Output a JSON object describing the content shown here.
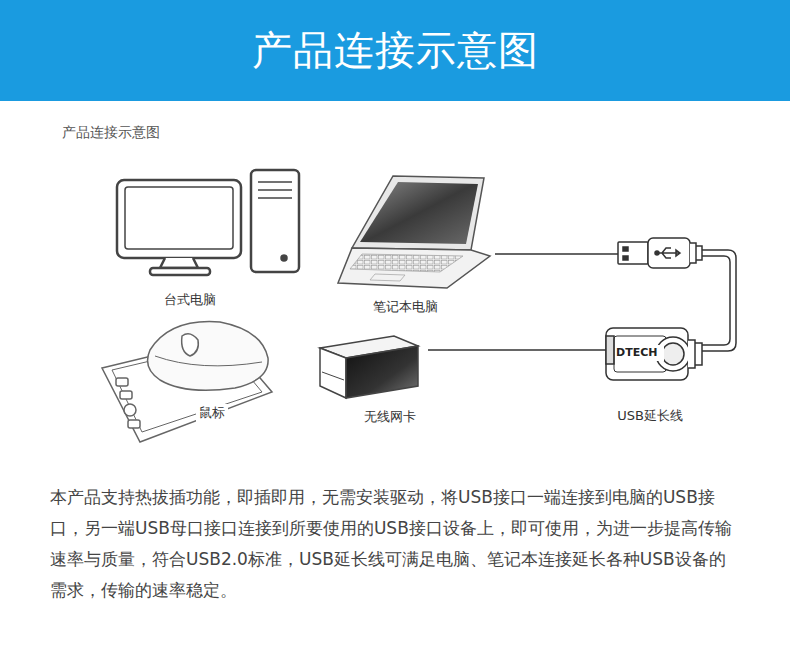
{
  "diagram": {
    "title": "产品连接示意图",
    "nodes": [
      {
        "text": [
          "台式电脑"
        ]
      },
      {
        "text": [
          "笔记本电脑"
        ]
      },
      {
        "text": [
          "鼠标"
        ]
      },
      {
        "text": [
          "无线网卡"
        ]
      },
      {
        "text": [
          "USB延长线"
        ]
      }
    ],
    "edges": [
      {
        "from": 1,
        "to": 4,
        "arrow": "none"
      },
      {
        "from": 3,
        "to": 4,
        "arrow": "none"
      }
    ],
    "labels": [
      "产品连接示意图",
      "DTECH",
      "本产品支持热拔插功能，即插即用，无需安装驱动，将USB接口一端连接到电脑的USB接口，另一端USB母口接口连接到所要使用的USB接口设备上，即可使用，为进一步提高传输速率与质量，符合USB2.0标准，USB延长线可满足电脑、笔记本连接延长各种USB设备的需求，传输的速率稳定。"
    ]
  }
}
